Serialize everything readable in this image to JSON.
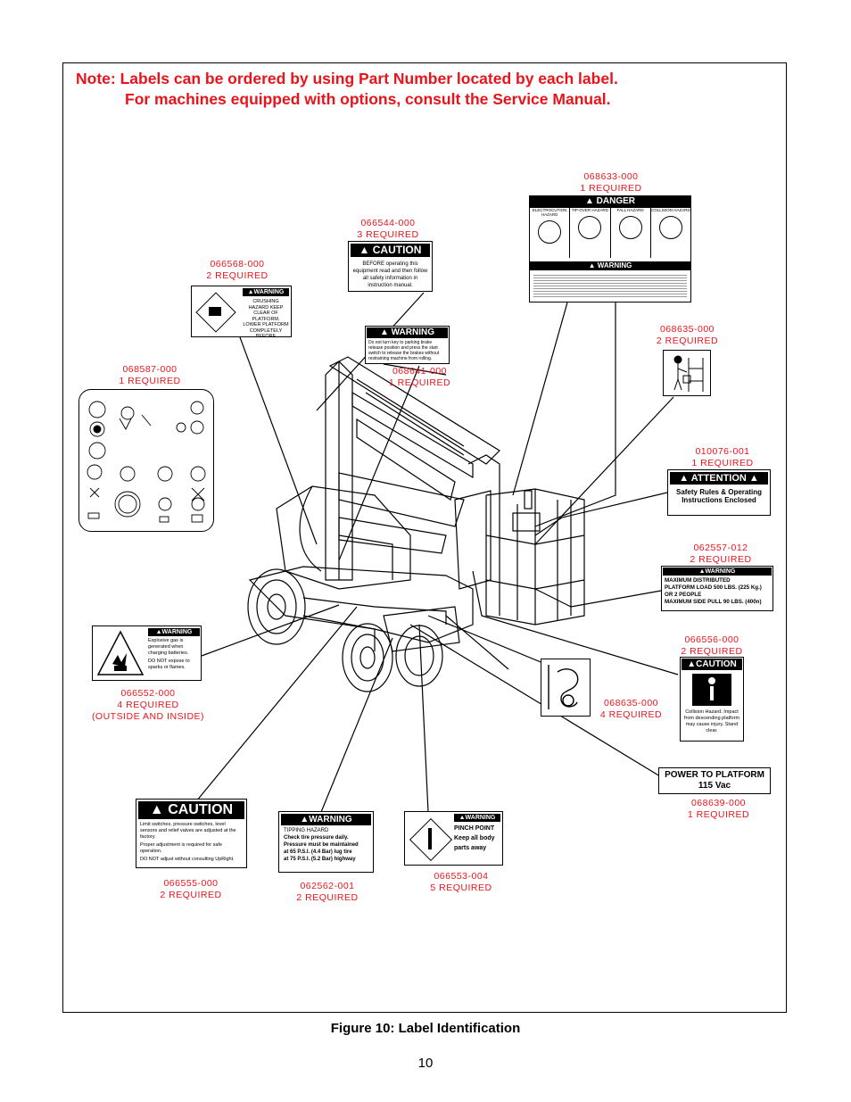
{
  "note": {
    "line1": "Note:  Labels can be ordered by using Part Number located by each label.",
    "line2": "For machines equipped with options, consult the Service Manual."
  },
  "figure_caption": "Figure 10:  Label Identification",
  "page_number": "10",
  "labels": {
    "l068633": {
      "part": "068633-000",
      "qty": "1  REQUIRED",
      "header": "DANGER",
      "warn": "WARNING",
      "cols": [
        "ELECTROCUTION HAZARD",
        "TIP-OVER HAZARD",
        "FALL HAZARD",
        "COLLISION HAZARD"
      ]
    },
    "l066544": {
      "part": "066544-000",
      "qty": "3  REQUIRED",
      "header": "CAUTION",
      "text": "BEFORE operating this equipment read and then follow all safety information in instruction manual."
    },
    "l066568": {
      "part": "066568-000",
      "qty": "2  REQUIRED",
      "header": "WARNING",
      "text": "CRUSHING HAZARD KEEP CLEAR OF PLATFORM. LOWER PLATFORM COMPLETELY BEFORE SERVICING MACHINE."
    },
    "l068641": {
      "part": "068641-000",
      "qty": "1  REQUIRED",
      "header": "WARNING",
      "text": "Do not turn key to parking brake release position and press the start switch to release the brakes without restraining machine from rolling."
    },
    "l068587": {
      "part": "068587-000",
      "qty": "1  REQUIRED"
    },
    "l068635a": {
      "part": "068635-000",
      "qty": "2  REQUIRED"
    },
    "l010076": {
      "part": "010076-001",
      "qty": "1  REQUIRED",
      "header": "ATTENTION",
      "text": "Safety Rules & Operating Instructions Enclosed"
    },
    "l062557": {
      "part": "062557-012",
      "qty": "2  REQUIRED",
      "header": "WARNING",
      "lines": [
        "MAXIMUM DISTRIBUTED",
        "PLATFORM LOAD 500 LBS. (225 Kg.)",
        "OR 2 PEOPLE",
        "MAXIMUM SIDE PULL 90 LBS. (400n)"
      ]
    },
    "l066552": {
      "part": "066552-000",
      "qty": "4  REQUIRED",
      "extra": "(OUTSIDE  AND  INSIDE)",
      "header": "WARNING",
      "text1": "Explosive gas is generated when charging batteries.",
      "text2": "DO NOT expose to sparks or flames."
    },
    "l066556": {
      "part": "066556-000",
      "qty": "2  REQUIRED",
      "header": "CAUTION",
      "text": "Collision Hazard. Impact from descending platform may cause injury. Stand clear."
    },
    "l068635b": {
      "part": "068635-000",
      "qty": "4  REQUIRED"
    },
    "l068639": {
      "part": "068639-000",
      "qty": "1  REQUIRED",
      "lines": [
        "POWER  TO  PLATFORM",
        "115 Vac"
      ]
    },
    "l066555": {
      "part": "066555-000",
      "qty": "2  REQUIRED",
      "header": "CAUTION",
      "text1": "Limit switches, pressure switches, level sensors and relief valves are adjusted at the factory.",
      "text2": "Proper adjustment is required for safe operation.",
      "text3": "DO NOT adjust without consulting UpRight."
    },
    "l062562": {
      "part": "062562-001",
      "qty": "2  REQUIRED",
      "header": "WARNING",
      "lines": [
        "TIPPING  HAZARD",
        "Check tire pressure daily.",
        "Pressure must be maintained",
        "at 65 P.S.I.  (4.4 Bar) lug tire",
        "at 75 P.S.I.  (5.2 Bar) highway"
      ]
    },
    "l066553": {
      "part": "066553-004",
      "qty": "5  REQUIRED",
      "header": "WARNING",
      "lines": [
        "PINCH POINT",
        "Keep all body",
        "parts away"
      ]
    }
  },
  "colors": {
    "note": "#e8141c",
    "part_numbers": "#e8141c"
  }
}
